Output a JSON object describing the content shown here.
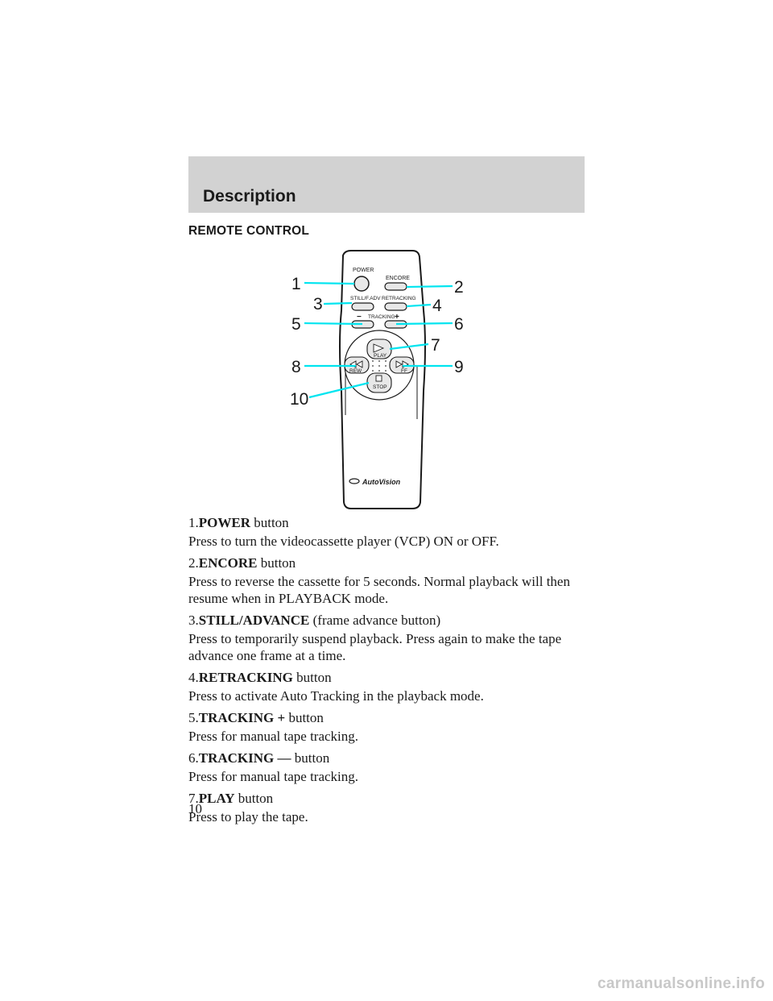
{
  "header": {
    "title": "Description"
  },
  "section": {
    "heading": "REMOTE CONTROL"
  },
  "figure": {
    "button_labels": {
      "power": "POWER",
      "encore": "ENCORE",
      "still_adv": "STILL/F.ADV",
      "retracking": "RETRACKING",
      "tracking": "TRACKING",
      "minus": "−",
      "plus": "+",
      "play": "PLAY",
      "rew": "REW",
      "ff": "FF",
      "stop": "STOP"
    },
    "brand": "AutoVision",
    "callouts": [
      "1",
      "2",
      "3",
      "4",
      "5",
      "6",
      "7",
      "8",
      "9",
      "10"
    ],
    "callout_color": "#00e5f0"
  },
  "items": [
    {
      "num": "1.",
      "title": "POWER",
      "suffix": "button",
      "desc": "Press to turn the videocassette player (VCP) ON or OFF."
    },
    {
      "num": "2.",
      "title": "ENCORE",
      "suffix": "button",
      "desc": "Press to reverse the cassette for 5 seconds. Normal playback will then resume when in PLAYBACK mode."
    },
    {
      "num": "3.",
      "title": "STILL/ADVANCE",
      "suffix": "(frame advance button)",
      "desc": "Press to temporarily suspend playback. Press again to make the tape advance one frame at a time."
    },
    {
      "num": "4.",
      "title": "RETRACKING",
      "suffix": "button",
      "desc": "Press to activate Auto Tracking in the playback mode."
    },
    {
      "num": "5.",
      "title": "TRACKING +",
      "suffix": "button",
      "desc": "Press for manual tape tracking."
    },
    {
      "num": "6.",
      "title": "TRACKING —",
      "suffix": "button",
      "desc": "Press for manual tape tracking."
    },
    {
      "num": "7.",
      "title": "PLAY",
      "suffix": "button",
      "desc": "Press to play the tape."
    }
  ],
  "page_number": "10",
  "watermark": "carmanualsonline.info"
}
